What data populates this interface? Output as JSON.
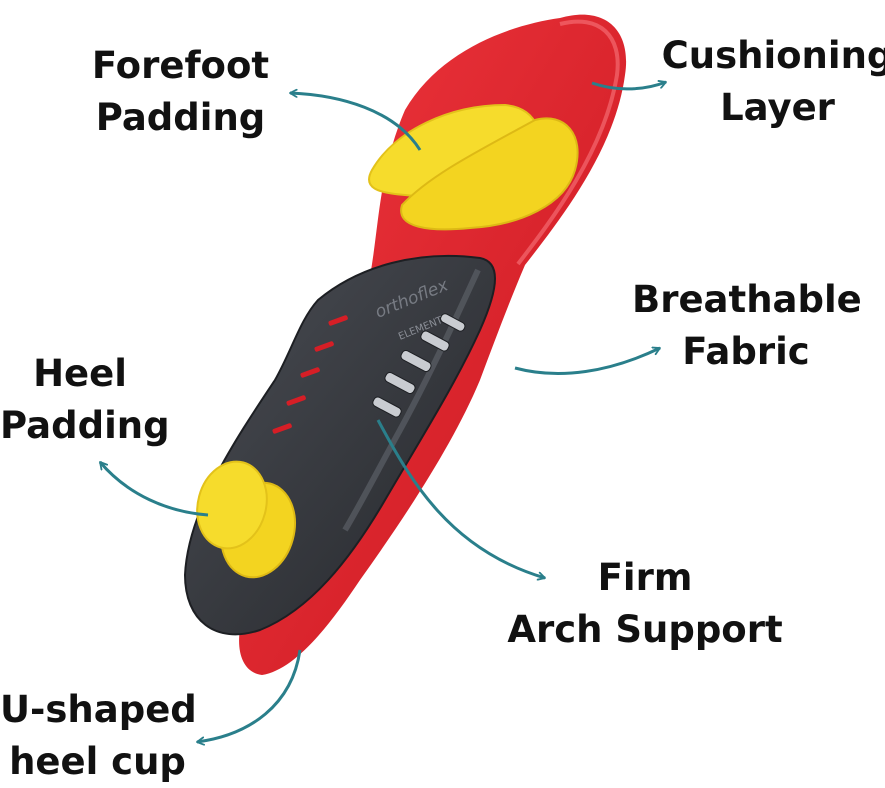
{
  "labels": {
    "forefoot": [
      "Forefoot",
      "Padding"
    ],
    "cushioning": [
      "Cushioning",
      "Layer"
    ],
    "breathable": [
      "Breathable",
      "Fabric"
    ],
    "heel": [
      "Heel",
      "Padding"
    ],
    "arch": [
      "Firm",
      "Arch Support"
    ],
    "heel_cup": [
      "U-shaped",
      "heel cup"
    ]
  },
  "brand_text": [
    "orthoflex",
    "ELEMENT"
  ],
  "colors": {
    "insole_red": "#e5232b",
    "insole_red_dark": "#b5121a",
    "shell_gray": "#3c3f45",
    "pad_yellow": "#f6dc2c",
    "arrow_teal": "#2a7f8b",
    "text": "#111111"
  }
}
